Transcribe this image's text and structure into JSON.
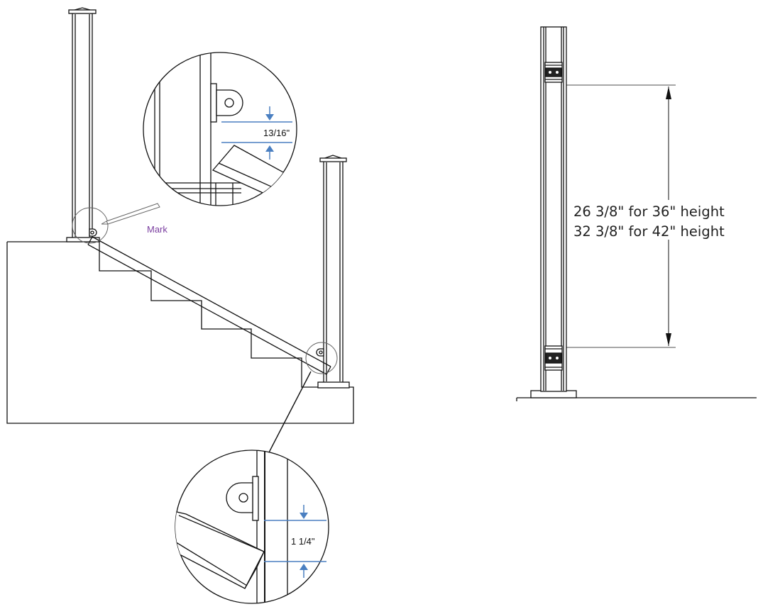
{
  "stair_diagram": {
    "mark_label": "Mark",
    "top_detail_dimension": "13/16\"",
    "bottom_detail_dimension": "1 1/4\""
  },
  "post_elevation": {
    "height_36_label": "26 3/8\" for 36\" height",
    "height_42_label": "32 3/8\" for 42\" height"
  },
  "colors": {
    "line": "#111111",
    "dimension_blue": "#4a7fc1",
    "mark_purple": "#7b3fa0"
  }
}
